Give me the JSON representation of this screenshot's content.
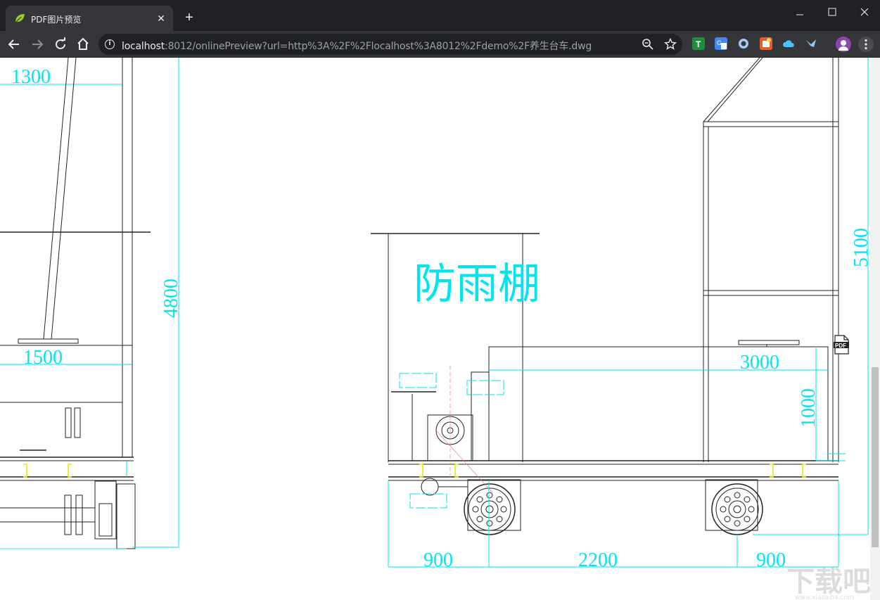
{
  "browser": {
    "tab_title": "PDF图片预览",
    "tab_close_glyph": "✕",
    "new_tab_glyph": "+",
    "window_controls": {
      "minimize": "—",
      "maximize": "☐",
      "close": "✕"
    },
    "url_host": "localhost",
    "url_rest": ":8012/onlinePreview?url=http%3A%2F%2Flocalhost%3A8012%2Fdemo%2F养生台车.dwg",
    "info_glyph": "i"
  },
  "drawing": {
    "title_label": "防雨棚",
    "dimensions": {
      "d1300": "1300",
      "d4800": "4800",
      "d1500": "1500",
      "d5100": "5100",
      "d3000": "3000",
      "d1000": "1000",
      "d900_left": "900",
      "d2200": "2200",
      "d900_right": "900"
    }
  },
  "watermark": {
    "text": "下载吧",
    "site": "www.xiazaiba.com"
  },
  "colors": {
    "tabbar_bg": "#202124",
    "toolbar_bg": "#35363a",
    "dimension_cyan": "#00e5ee",
    "line_dark": "#222222"
  }
}
